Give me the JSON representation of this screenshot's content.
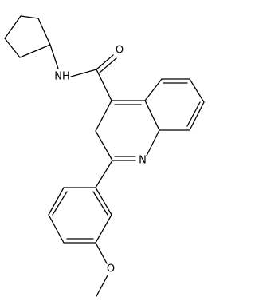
{
  "molecule": {
    "atom_labels": {
      "oxygen_carbonyl": "O",
      "amide_nitrogen": "NH",
      "ring_nitrogen": "N",
      "oxygen_ether": "O"
    }
  }
}
